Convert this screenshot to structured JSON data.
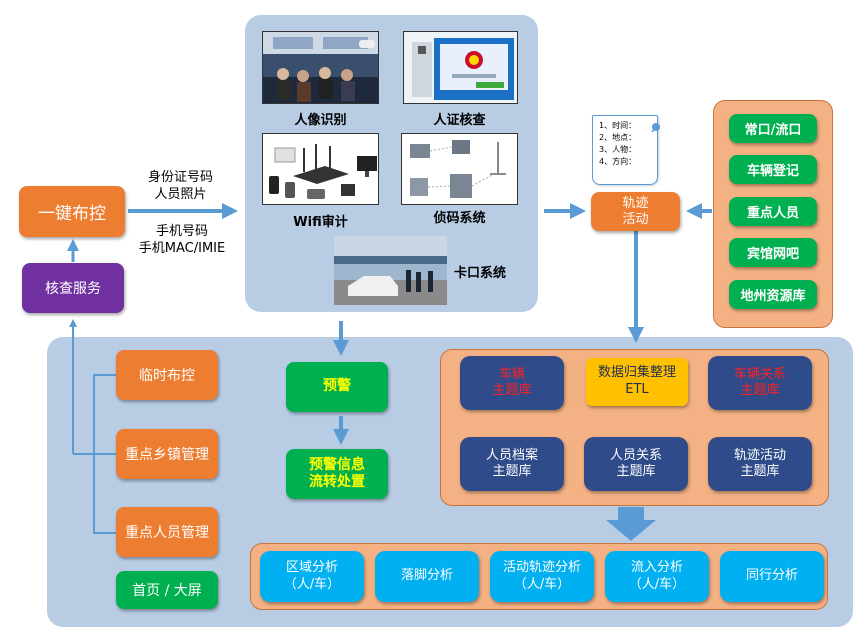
{
  "left": {
    "one_key_control": "一键布控",
    "verify_service": "核查服务",
    "input_top": "身份证号码\n人员照片",
    "input_bottom": "手机号码\n手机MAC/IMIE"
  },
  "collection_panel": {
    "face_recognition": "人像识别",
    "id_verification": "人证核查",
    "wifi_audit": "Wifi审计",
    "code_detection": "侦码系统",
    "checkpoint_system": "卡口系统"
  },
  "note": {
    "lines": "1、时间：\n2、地点：\n3、人物：\n4、方向："
  },
  "trajectory": "轨迹\n活动",
  "sources": [
    "常口/流口",
    "车辆登记",
    "重点人员",
    "宾馆网吧",
    "地州资源库"
  ],
  "alerts": {
    "warning": "预警",
    "warning_handling": "预警信息\n流转处置"
  },
  "menu": {
    "temp_control": "临时布控",
    "key_township": "重点乡镇管理",
    "key_person": "重点人员管理",
    "home": "首页 / 大屏"
  },
  "themes": {
    "vehicle_theme": "车辆\n主题库",
    "etl": "数据归集整理\nETL",
    "vehicle_relation_theme": "车辆关系\n主题库",
    "person_file_theme": "人员档案\n主题库",
    "person_relation_theme": "人员关系\n主题库",
    "trajectory_theme": "轨迹活动\n主题库"
  },
  "analysis": [
    "区域分析\n（人/车）",
    "落脚分析",
    "活动轨迹分析\n（人/车）",
    "流入分析\n（人/车）",
    "同行分析"
  ],
  "colors": {
    "panel_blue": "#b8cce4",
    "orange": "#ed7d31",
    "green": "#00b050",
    "purple": "#7030a0",
    "navy": "#2f4b8a",
    "cyan": "#00b0f0",
    "salmon": "#f4b183",
    "arrow_blue": "#5b9bd5"
  }
}
